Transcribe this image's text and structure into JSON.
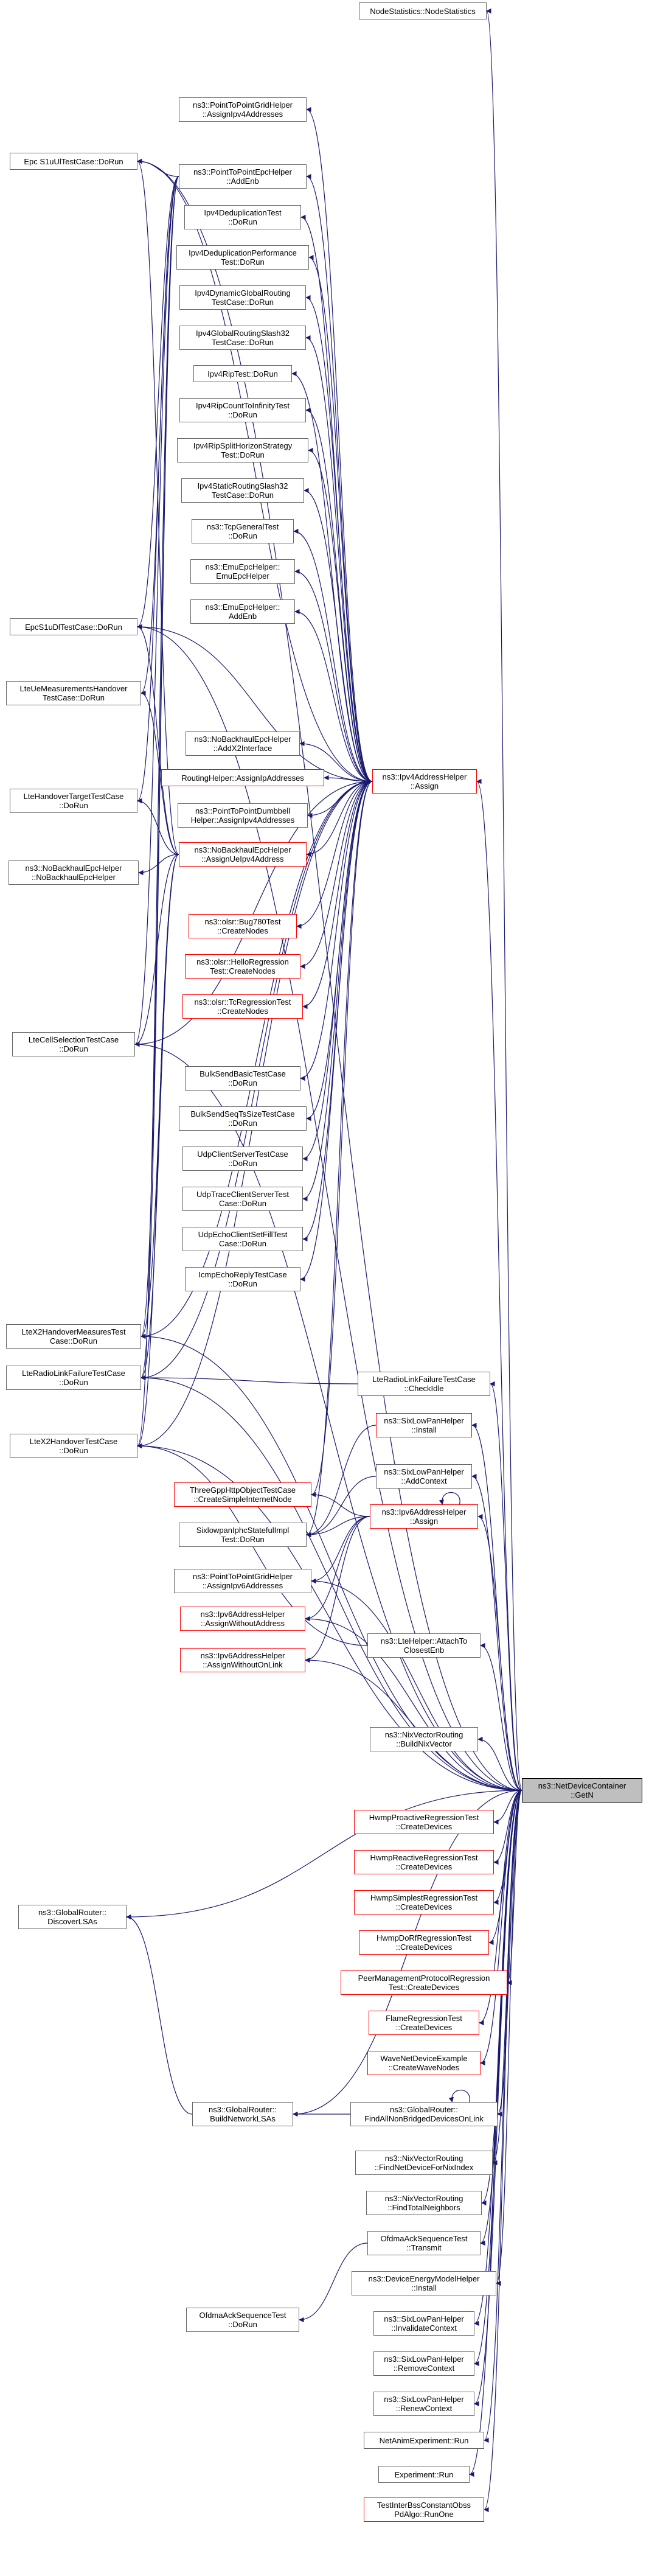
{
  "graph": {
    "edge_color": "#191970",
    "focus_fill": "#bfbfbf",
    "red_border": "#ff0000",
    "nodes": [
      {
        "id": "n01",
        "label": "NodeStatistics::NodeStatistics",
        "style": "normal"
      },
      {
        "id": "n02",
        "label": "ns3::PointToPointGridHelper\n::AssignIpv4Addresses",
        "style": "normal"
      },
      {
        "id": "n03",
        "label": "Epc S1uUlTestCase::DoRun",
        "style": "normal"
      },
      {
        "id": "n04",
        "label": "ns3::PointToPointEpcHelper\n::AddEnb",
        "style": "normal"
      },
      {
        "id": "n05",
        "label": "Ipv4DeduplicationTest\n::DoRun",
        "style": "normal"
      },
      {
        "id": "n06",
        "label": "Ipv4DeduplicationPerformance\nTest::DoRun",
        "style": "normal"
      },
      {
        "id": "n07",
        "label": "Ipv4DynamicGlobalRouting\nTestCase::DoRun",
        "style": "normal"
      },
      {
        "id": "n08",
        "label": "Ipv4GlobalRoutingSlash32\nTestCase::DoRun",
        "style": "normal"
      },
      {
        "id": "n09",
        "label": "Ipv4RipTest::DoRun",
        "style": "normal"
      },
      {
        "id": "n10",
        "label": "Ipv4RipCountToInfinityTest\n::DoRun",
        "style": "normal"
      },
      {
        "id": "n11",
        "label": "Ipv4RipSplitHorizonStrategy\nTest::DoRun",
        "style": "normal"
      },
      {
        "id": "n12",
        "label": "Ipv4StaticRoutingSlash32\nTestCase::DoRun",
        "style": "normal"
      },
      {
        "id": "n13",
        "label": "ns3::TcpGeneralTest\n::DoRun",
        "style": "normal"
      },
      {
        "id": "n14",
        "label": "ns3::EmuEpcHelper::\nEmuEpcHelper",
        "style": "normal"
      },
      {
        "id": "n15",
        "label": "ns3::EmuEpcHelper::\nAddEnb",
        "style": "normal"
      },
      {
        "id": "n16",
        "label": "EpcS1uDlTestCase::DoRun",
        "style": "normal"
      },
      {
        "id": "n17",
        "label": "LteUeMeasurementsHandover\nTestCase::DoRun",
        "style": "normal"
      },
      {
        "id": "n18",
        "label": "ns3::NoBackhaulEpcHelper\n::AddX2Interface",
        "style": "normal"
      },
      {
        "id": "n19",
        "label": "RoutingHelper::AssignIpAddresses",
        "style": "red"
      },
      {
        "id": "n20",
        "label": "ns3::Ipv4AddressHelper\n::Assign",
        "style": "red"
      },
      {
        "id": "n21",
        "label": "LteHandoverTargetTestCase\n::DoRun",
        "style": "normal"
      },
      {
        "id": "n22",
        "label": "ns3::PointToPointDumbbell\nHelper::AssignIpv4Addresses",
        "style": "normal"
      },
      {
        "id": "n23",
        "label": "ns3::NoBackhaulEpcHelper\n::NoBackhaulEpcHelper",
        "style": "normal"
      },
      {
        "id": "n24",
        "label": "ns3::NoBackhaulEpcHelper\n::AssignUeIpv4Address",
        "style": "red"
      },
      {
        "id": "n25",
        "label": "ns3::olsr::Bug780Test\n::CreateNodes",
        "style": "red"
      },
      {
        "id": "n26",
        "label": "ns3::olsr::HelloRegression\nTest::CreateNodes",
        "style": "red"
      },
      {
        "id": "n27",
        "label": "ns3::olsr::TcRegressionTest\n::CreateNodes",
        "style": "red"
      },
      {
        "id": "n28",
        "label": "LteCellSelectionTestCase\n::DoRun",
        "style": "normal"
      },
      {
        "id": "n29",
        "label": "BulkSendBasicTestCase\n::DoRun",
        "style": "normal"
      },
      {
        "id": "n30",
        "label": "BulkSendSeqTsSizeTestCase\n::DoRun",
        "style": "normal"
      },
      {
        "id": "n31",
        "label": "UdpClientServerTestCase\n::DoRun",
        "style": "normal"
      },
      {
        "id": "n32",
        "label": "UdpTraceClientServerTest\nCase::DoRun",
        "style": "normal"
      },
      {
        "id": "n33",
        "label": "UdpEchoClientSetFillTest\nCase::DoRun",
        "style": "normal"
      },
      {
        "id": "n34",
        "label": "IcmpEchoReplyTestCase\n::DoRun",
        "style": "normal"
      },
      {
        "id": "n35",
        "label": "LteX2HandoverMeasuresTest\nCase::DoRun",
        "style": "normal"
      },
      {
        "id": "n36",
        "label": "LteRadioLinkFailureTestCase\n::DoRun",
        "style": "normal"
      },
      {
        "id": "n37",
        "label": "LteRadioLinkFailureTestCase\n::CheckIdle",
        "style": "normal"
      },
      {
        "id": "n38",
        "label": "ns3::SixLowPanHelper\n::Install",
        "style": "red"
      },
      {
        "id": "n39",
        "label": "LteX2HandoverTestCase\n::DoRun",
        "style": "normal"
      },
      {
        "id": "n40",
        "label": "ns3::SixLowPanHelper\n::AddContext",
        "style": "normal"
      },
      {
        "id": "n41",
        "label": "ThreeGppHttpObjectTestCase\n::CreateSimpleInternetNode",
        "style": "red"
      },
      {
        "id": "n42",
        "label": "ns3::Ipv6AddressHelper\n::Assign",
        "style": "red"
      },
      {
        "id": "n43",
        "label": "SixlowpanIphcStatefulImpl\nTest::DoRun",
        "style": "normal"
      },
      {
        "id": "n44",
        "label": "ns3::PointToPointGridHelper\n::AssignIpv6Addresses",
        "style": "normal"
      },
      {
        "id": "n45",
        "label": "ns3::Ipv6AddressHelper\n::AssignWithoutAddress",
        "style": "red"
      },
      {
        "id": "n46",
        "label": "ns3::LteHelper::AttachTo\nClosestEnb",
        "style": "normal"
      },
      {
        "id": "n47",
        "label": "ns3::Ipv6AddressHelper\n::AssignWithoutOnLink",
        "style": "red"
      },
      {
        "id": "n48",
        "label": "ns3::NixVectorRouting\n::BuildNixVector",
        "style": "normal"
      },
      {
        "id": "n49",
        "label": "ns3::NetDeviceContainer\n::GetN",
        "style": "focus"
      },
      {
        "id": "n50",
        "label": "HwmpProactiveRegressionTest\n::CreateDevices",
        "style": "red"
      },
      {
        "id": "n51",
        "label": "HwmpReactiveRegressionTest\n::CreateDevices",
        "style": "red"
      },
      {
        "id": "n52",
        "label": "HwmpSimplestRegressionTest\n::CreateDevices",
        "style": "red"
      },
      {
        "id": "n53",
        "label": "ns3::GlobalRouter::\nDiscoverLSAs",
        "style": "normal"
      },
      {
        "id": "n54",
        "label": "HwmpDoRfRegressionTest\n::CreateDevices",
        "style": "red"
      },
      {
        "id": "n55",
        "label": "PeerManagementProtocolRegression\nTest::CreateDevices",
        "style": "red"
      },
      {
        "id": "n56",
        "label": "FlameRegressionTest\n::CreateDevices",
        "style": "red"
      },
      {
        "id": "n57",
        "label": "WaveNetDeviceExample\n::CreateWaveNodes",
        "style": "red"
      },
      {
        "id": "n58",
        "label": "ns3::GlobalRouter::\nBuildNetworkLSAs",
        "style": "normal"
      },
      {
        "id": "n59",
        "label": "ns3::GlobalRouter::\nFindAllNonBridgedDevicesOnLink",
        "style": "normal"
      },
      {
        "id": "n60",
        "label": "ns3::NixVectorRouting\n::FindNetDeviceForNixIndex",
        "style": "normal"
      },
      {
        "id": "n61",
        "label": "ns3::NixVectorRouting\n::FindTotalNeighbors",
        "style": "normal"
      },
      {
        "id": "n62",
        "label": "OfdmaAckSequenceTest\n::Transmit",
        "style": "normal"
      },
      {
        "id": "n63",
        "label": "ns3::DeviceEnergyModelHelper\n::Install",
        "style": "normal"
      },
      {
        "id": "n64",
        "label": "OfdmaAckSequenceTest\n::DoRun",
        "style": "normal"
      },
      {
        "id": "n65",
        "label": "ns3::SixLowPanHelper\n::InvalidateContext",
        "style": "normal"
      },
      {
        "id": "n66",
        "label": "ns3::SixLowPanHelper\n::RemoveContext",
        "style": "normal"
      },
      {
        "id": "n67",
        "label": "ns3::SixLowPanHelper\n::RenewContext",
        "style": "normal"
      },
      {
        "id": "n68",
        "label": "NetAnimExperiment::Run",
        "style": "normal"
      },
      {
        "id": "n69",
        "label": "Experiment::Run",
        "style": "normal"
      },
      {
        "id": "n70",
        "label": "TestInterBssConstantObss\nPdAlgo::RunOne",
        "style": "red"
      }
    ],
    "edges": [
      [
        "n01",
        "n49"
      ],
      [
        "n02",
        "n20"
      ],
      [
        "n03",
        "n20"
      ],
      [
        "n04",
        "n20"
      ],
      [
        "n05",
        "n20"
      ],
      [
        "n06",
        "n20"
      ],
      [
        "n07",
        "n20"
      ],
      [
        "n08",
        "n20"
      ],
      [
        "n09",
        "n20"
      ],
      [
        "n10",
        "n20"
      ],
      [
        "n11",
        "n20"
      ],
      [
        "n12",
        "n20"
      ],
      [
        "n13",
        "n20"
      ],
      [
        "n14",
        "n20"
      ],
      [
        "n15",
        "n20"
      ],
      [
        "n16",
        "n20"
      ],
      [
        "n18",
        "n20"
      ],
      [
        "n19",
        "n20"
      ],
      [
        "n22",
        "n20"
      ],
      [
        "n24",
        "n20"
      ],
      [
        "n25",
        "n20"
      ],
      [
        "n26",
        "n20"
      ],
      [
        "n27",
        "n20"
      ],
      [
        "n28",
        "n20"
      ],
      [
        "n29",
        "n20"
      ],
      [
        "n30",
        "n20"
      ],
      [
        "n31",
        "n20"
      ],
      [
        "n32",
        "n20"
      ],
      [
        "n33",
        "n20"
      ],
      [
        "n34",
        "n20"
      ],
      [
        "n35",
        "n20"
      ],
      [
        "n36",
        "n20"
      ],
      [
        "n39",
        "n20"
      ],
      [
        "n41",
        "n20"
      ],
      [
        "n43",
        "n20"
      ],
      [
        "n04",
        "n03"
      ],
      [
        "n04",
        "n16"
      ],
      [
        "n04",
        "n17"
      ],
      [
        "n04",
        "n21"
      ],
      [
        "n04",
        "n28"
      ],
      [
        "n04",
        "n35"
      ],
      [
        "n04",
        "n36"
      ],
      [
        "n04",
        "n39"
      ],
      [
        "n24",
        "n03"
      ],
      [
        "n24",
        "n16"
      ],
      [
        "n24",
        "n17"
      ],
      [
        "n24",
        "n21"
      ],
      [
        "n24",
        "n28"
      ],
      [
        "n24",
        "n35"
      ],
      [
        "n24",
        "n36"
      ],
      [
        "n24",
        "n39"
      ],
      [
        "n24",
        "n23"
      ],
      [
        "n37",
        "n36"
      ],
      [
        "n38",
        "n43"
      ],
      [
        "n40",
        "n43"
      ],
      [
        "n42",
        "n41"
      ],
      [
        "n42",
        "n43"
      ],
      [
        "n42",
        "n42"
      ],
      [
        "n44",
        "n42"
      ],
      [
        "n45",
        "n42"
      ],
      [
        "n47",
        "n42"
      ],
      [
        "n20",
        "n49"
      ],
      [
        "n42",
        "n49"
      ],
      [
        "n37",
        "n49"
      ],
      [
        "n38",
        "n49"
      ],
      [
        "n40",
        "n49"
      ],
      [
        "n44",
        "n49"
      ],
      [
        "n45",
        "n49"
      ],
      [
        "n46",
        "n49"
      ],
      [
        "n47",
        "n49"
      ],
      [
        "n48",
        "n49"
      ],
      [
        "n50",
        "n49"
      ],
      [
        "n51",
        "n49"
      ],
      [
        "n52",
        "n49"
      ],
      [
        "n53",
        "n49"
      ],
      [
        "n54",
        "n49"
      ],
      [
        "n55",
        "n49"
      ],
      [
        "n56",
        "n49"
      ],
      [
        "n57",
        "n49"
      ],
      [
        "n58",
        "n49"
      ],
      [
        "n59",
        "n49"
      ],
      [
        "n60",
        "n49"
      ],
      [
        "n61",
        "n49"
      ],
      [
        "n62",
        "n49"
      ],
      [
        "n63",
        "n49"
      ],
      [
        "n65",
        "n49"
      ],
      [
        "n66",
        "n49"
      ],
      [
        "n67",
        "n49"
      ],
      [
        "n68",
        "n49"
      ],
      [
        "n69",
        "n49"
      ],
      [
        "n70",
        "n49"
      ],
      [
        "n03",
        "n49"
      ],
      [
        "n16",
        "n49"
      ],
      [
        "n28",
        "n49"
      ],
      [
        "n35",
        "n49"
      ],
      [
        "n36",
        "n49"
      ],
      [
        "n39",
        "n49"
      ],
      [
        "n58",
        "n53"
      ],
      [
        "n59",
        "n58"
      ],
      [
        "n59",
        "n59"
      ],
      [
        "n62",
        "n64"
      ],
      [
        "n46",
        "n39"
      ]
    ]
  }
}
